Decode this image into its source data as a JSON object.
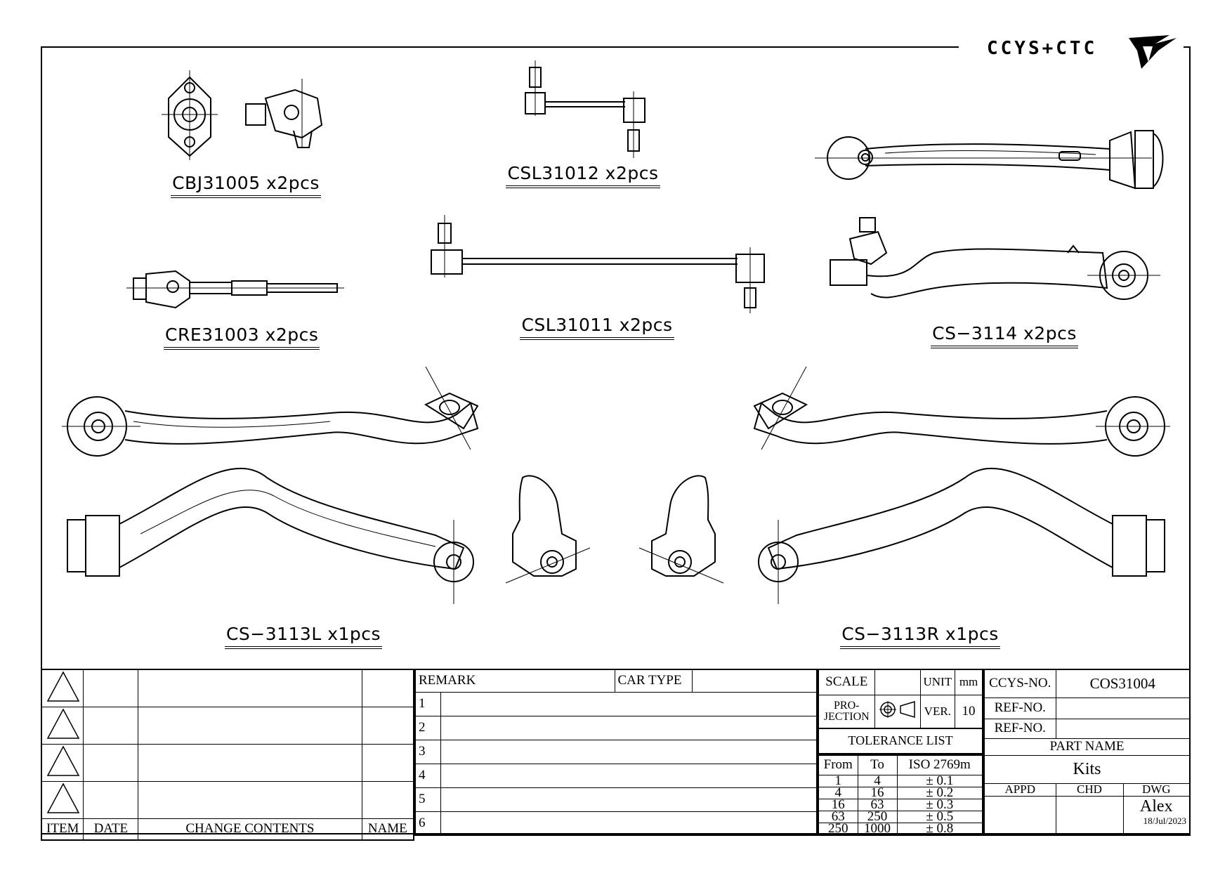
{
  "logo": {
    "text": "CCYS+CTC"
  },
  "parts": [
    {
      "label": "CBJ31005 x2pcs"
    },
    {
      "label": "CSL31012 x2pcs"
    },
    {
      "label": "CRE31003 x2pcs"
    },
    {
      "label": "CSL31011 x2pcs"
    },
    {
      "label": "CS−3114 x2pcs"
    },
    {
      "label": "CS−3113L x1pcs"
    },
    {
      "label": "CS−3113R x1pcs"
    }
  ],
  "revision_table": {
    "headers": {
      "item": "ITEM",
      "date": "DATE",
      "change_contents": "CHANGE CONTENTS",
      "name": "NAME"
    }
  },
  "remarks": {
    "remark_label": "REMARK",
    "car_type_label": "CAR TYPE",
    "rows": [
      "1",
      "2",
      "3",
      "4",
      "5",
      "6"
    ]
  },
  "spec": {
    "scale_label": "SCALE",
    "unit_label": "UNIT",
    "unit_value": "mm",
    "projection_label": "PRO-\nJECTION",
    "ver_label": "VER.",
    "ver_value": "10",
    "tolerance_title": "TOLERANCE LIST",
    "tolerance_headers": {
      "from": "From",
      "to": "To",
      "iso": "ISO 2769m"
    },
    "tolerance_rows": [
      {
        "from": "1",
        "to": "4",
        "tol": "± 0.1"
      },
      {
        "from": "4",
        "to": "16",
        "tol": "± 0.2"
      },
      {
        "from": "16",
        "to": "63",
        "tol": "± 0.3"
      },
      {
        "from": "63",
        "to": "250",
        "tol": "± 0.5"
      },
      {
        "from": "250",
        "to": "1000",
        "tol": "± 0.8"
      }
    ]
  },
  "info": {
    "ccys_no_label": "CCYS-NO.",
    "ccys_no_value": "COS31004",
    "ref_no_label_1": "REF-NO.",
    "ref_no_label_2": "REF-NO.",
    "part_name_label": "PART NAME",
    "part_name_value": "Kits",
    "appd_label": "APPD",
    "chd_label": "CHD",
    "dwg_label": "DWG",
    "dwg_value": "Alex",
    "date_value": "18/Jul/2023"
  }
}
